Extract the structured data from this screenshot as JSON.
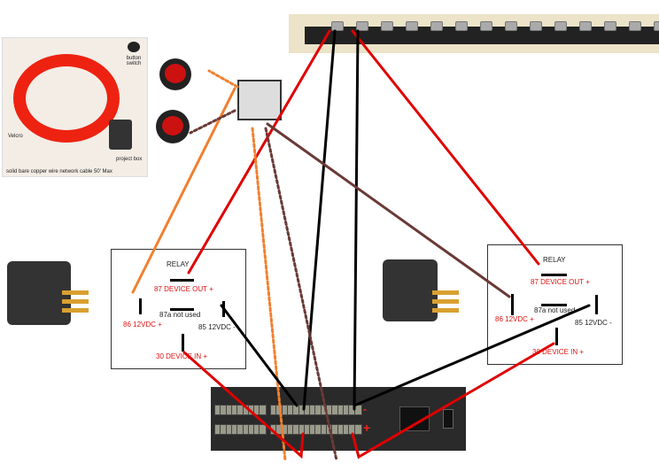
{
  "photo": {
    "label_button": "button switch",
    "label_velcro": "Velcro",
    "label_box": "project box",
    "caption": "solid bare copper wire network cable  50' Max"
  },
  "relay_left": {
    "title": "RELAY",
    "pin87": "87 DEVICE OUT +",
    "pin87a": "87a not used",
    "pin86": "86 12VDC +",
    "pin85": "85 12VDC -",
    "pin30": "30 DEVICE IN +"
  },
  "relay_right": {
    "title": "RELAY",
    "pin87": "87 DEVICE OUT +",
    "pin87a": "87a not used",
    "pin86": "86 12VDC +",
    "pin85": "85 12VDC -",
    "pin30": "30 DEVICE IN +"
  },
  "terminal_block": {
    "minus": "-",
    "plus": "+"
  },
  "colors": {
    "power": "#e00000",
    "ground": "#000000",
    "orange_wire": "#f08030",
    "brown_wire": "#6a3a36"
  }
}
